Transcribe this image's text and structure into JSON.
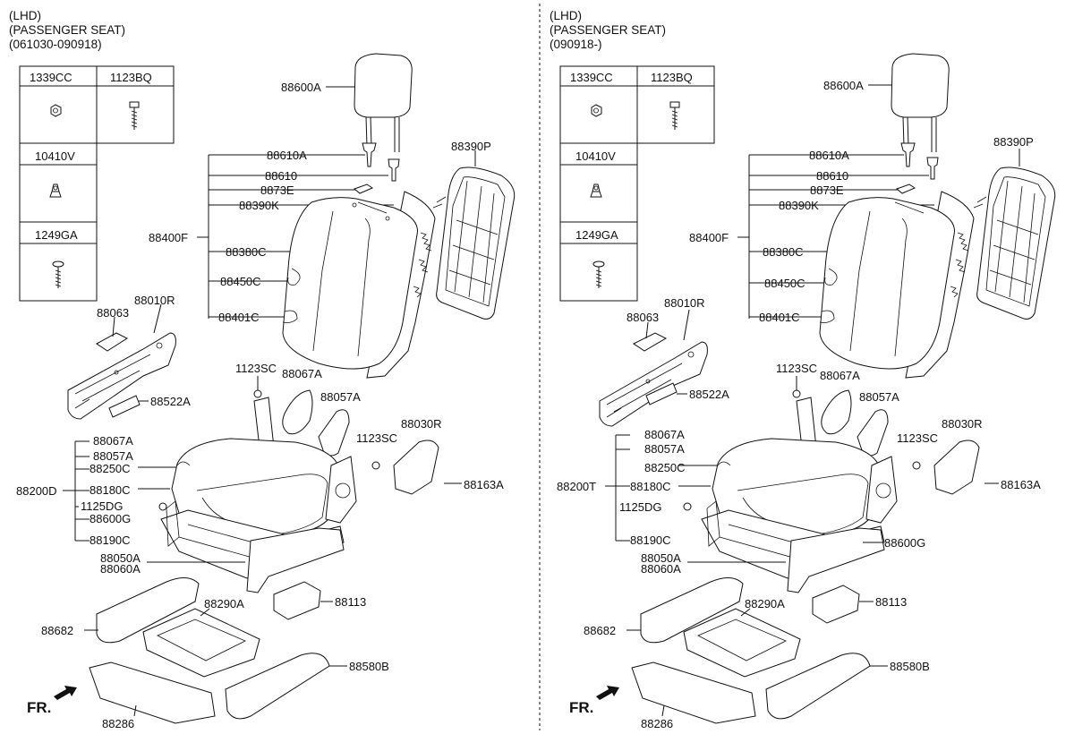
{
  "panels": [
    {
      "header": [
        "(LHD)",
        "(PASSENGER SEAT)",
        "(061030-090918)"
      ],
      "hardware": [
        "1339CC",
        "1123BQ",
        "10410V",
        "1249GA"
      ],
      "frame_group": "88400F",
      "frame_items": [
        "88610A",
        "88610",
        "8873E",
        "88390K",
        "88380C",
        "88450C",
        "88401C"
      ],
      "cushion_group": "88200D",
      "cushion_items": [
        "88067A",
        "88057A",
        "88250C",
        "88180C",
        "1125DG",
        "88600G",
        "88190C"
      ],
      "labels": {
        "headrest": "88600A",
        "back_board": "88390P",
        "shield": "88010R",
        "shield_clip": "88063",
        "bracket": "88522A",
        "screw1": "1123SC",
        "cover1": "88067A",
        "cover2": "88057A",
        "screw2": "1123SC",
        "side_cover": "88030R",
        "pin": "88163A",
        "track1": "88050A",
        "track2": "88060A",
        "tray": "88290A",
        "box": "88113",
        "side_trim": "88682",
        "front_trim": "88286",
        "rear_trim": "88580B",
        "fr": "FR."
      }
    },
    {
      "header": [
        "(LHD)",
        "(PASSENGER SEAT)",
        "(090918-)"
      ],
      "hardware": [
        "1339CC",
        "1123BQ",
        "10410V",
        "1249GA"
      ],
      "frame_group": "88400F",
      "frame_items": [
        "88610A",
        "88610",
        "8873E",
        "88390K",
        "88380C",
        "88450C",
        "88401C"
      ],
      "cushion_group": "88200T",
      "cushion_items": [
        "88067A",
        "88057A",
        "88250C",
        "88180C",
        "1125DG",
        "88190C"
      ],
      "labels": {
        "headrest": "88600A",
        "back_board": "88390P",
        "shield": "88010R",
        "shield_clip": "88063",
        "bracket": "88522A",
        "screw1": "1123SC",
        "cover1": "88067A",
        "cover2": "88057A",
        "screw2": "1123SC",
        "side_cover": "88030R",
        "pin": "88163A",
        "track1": "88050A",
        "track2": "88060A",
        "tray": "88290A",
        "box": "88113",
        "side_trim": "88682",
        "front_trim": "88286",
        "rear_trim": "88580B",
        "extra": "88600G",
        "fr": "FR."
      }
    }
  ]
}
